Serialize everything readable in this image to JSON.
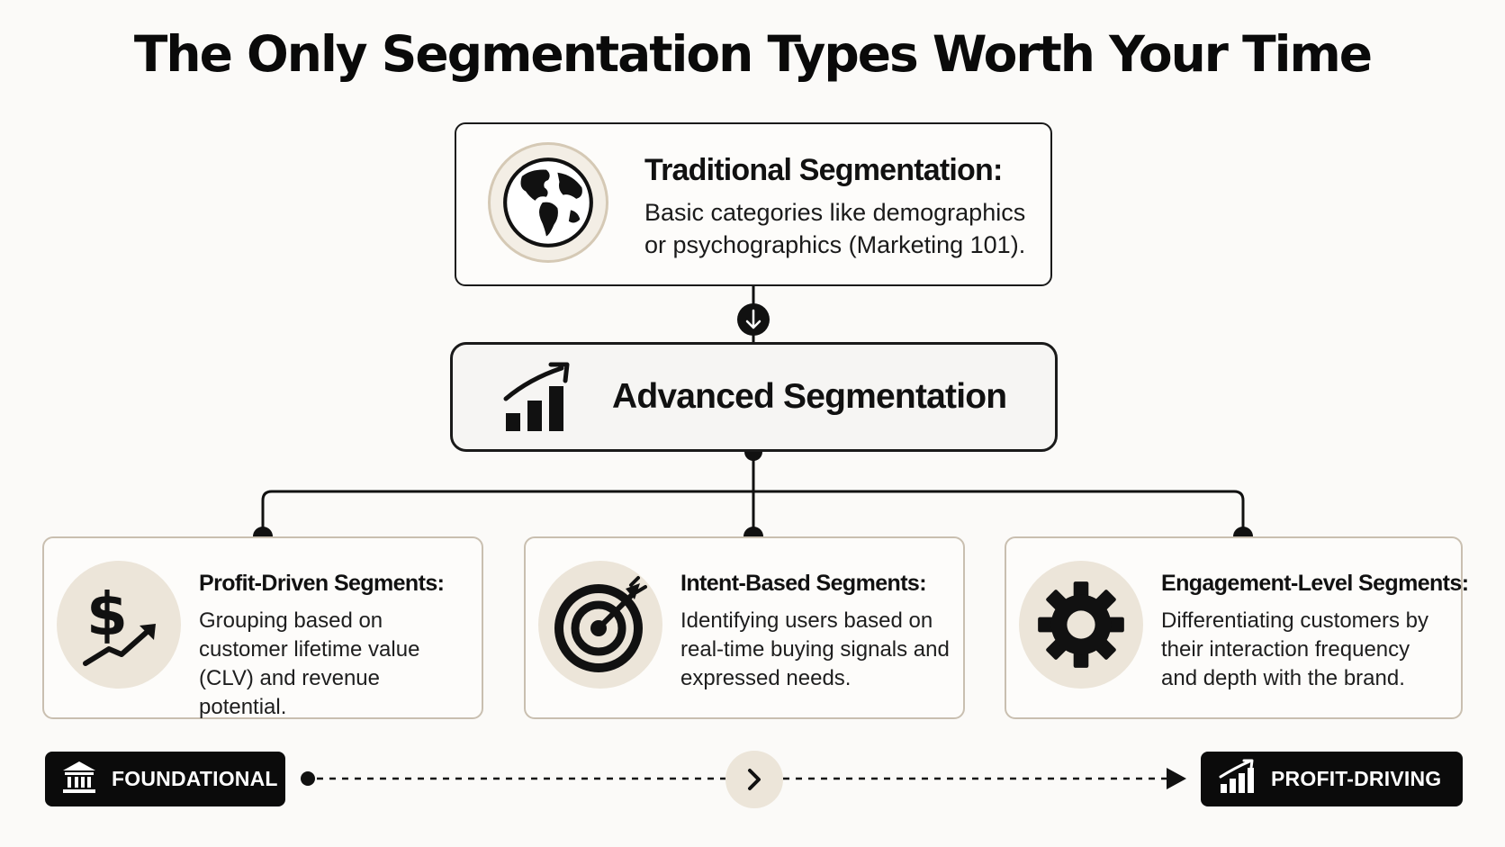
{
  "title": "The Only Segmentation Types Worth Your Time",
  "top": {
    "icon": "globe-icon",
    "heading": "Traditional Segmentation:",
    "description": "Basic categories like demographics or psychographics (Marketing 101)."
  },
  "advanced": {
    "icon": "bar-chart-growth-icon",
    "heading": "Advanced Segmentation"
  },
  "segments": [
    {
      "icon": "dollar-growth-icon",
      "heading": "Profit-Driven Segments:",
      "description": "Grouping based on customer lifetime value (CLV) and revenue potential."
    },
    {
      "icon": "target-icon",
      "heading": "Intent-Based Segments:",
      "description": "Identifying users based on real-time buying signals and expressed needs."
    },
    {
      "icon": "gear-icon",
      "heading": "Engagement-Level Segments:",
      "description": "Differentiating customers by their interaction frequency and depth with the brand."
    }
  ],
  "scale": {
    "left": {
      "icon": "bank-icon",
      "label": "FOUNDATIONAL"
    },
    "middle": {
      "icon": "chevron-right-icon"
    },
    "right": {
      "icon": "bar-chart-growth-icon",
      "label": "PROFIT-DRIVING"
    }
  },
  "colors": {
    "ink": "#0b0b0b",
    "accent_beige": "#ece5d9",
    "card_border_beige": "#c9bfb0",
    "background": "#fbfaf8"
  }
}
